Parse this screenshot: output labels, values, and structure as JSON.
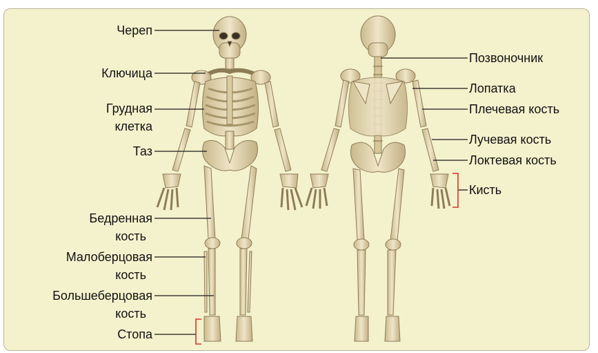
{
  "labels_left": {
    "skull": "Череп",
    "clavicle": "Ключица",
    "ribcage_1": "Грудная",
    "ribcage_2": "клетка",
    "pelvis": "Таз",
    "femur_1": "Бедренная",
    "femur_2": "кость",
    "fibula_1": "Малоберцовая",
    "fibula_2": "кость",
    "tibia_1": "Большеберцовая",
    "tibia_2": "кость",
    "foot": "Стопа"
  },
  "labels_right": {
    "spine": "Позвоночник",
    "scapula": "Лопатка",
    "humerus": "Плечевая кость",
    "radius": "Лучевая кость",
    "ulna": "Локтевая кость",
    "hand": "Кисть"
  },
  "colors": {
    "background": "#f4f1cd",
    "bone": "#e3d6b0",
    "bone_shade": "#b9a678",
    "leader_line": "#1a1a1a",
    "bracket": "#d4342a"
  }
}
